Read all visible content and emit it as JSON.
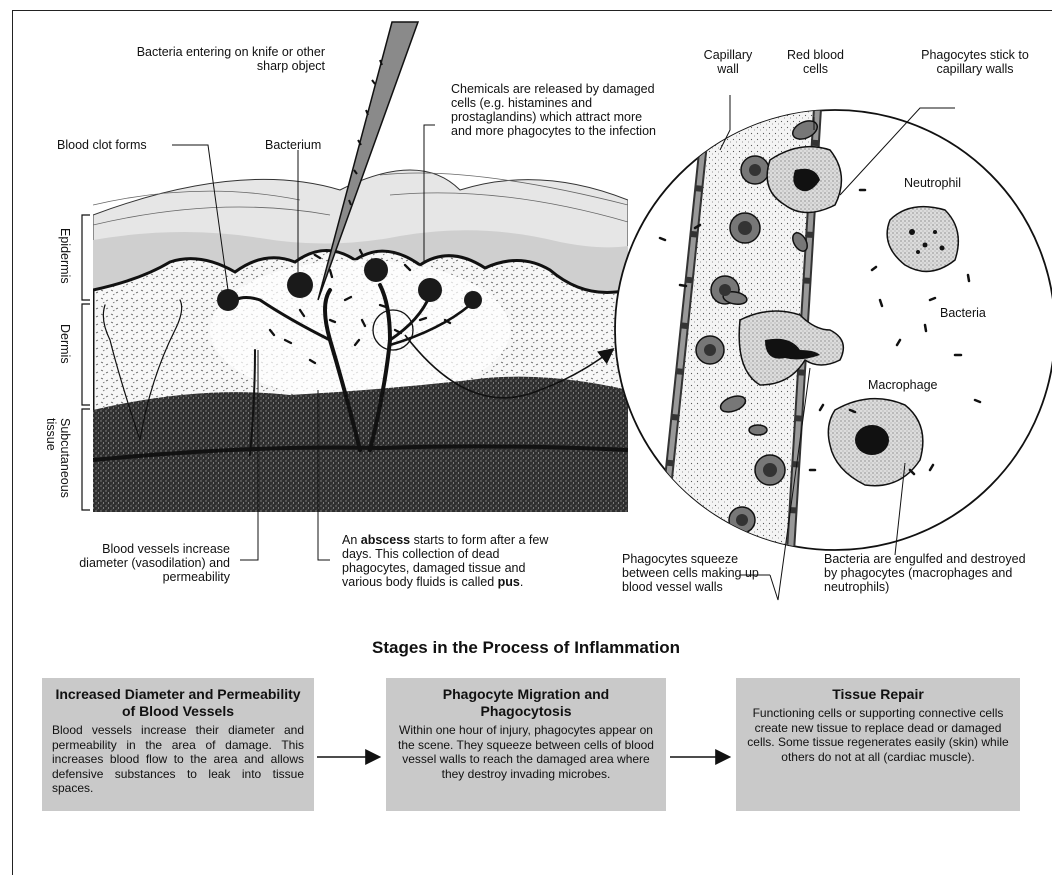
{
  "skin_diagram": {
    "bacteria_entering": "Bacteria entering on knife or other sharp object",
    "chemicals_released": "Chemicals are released by damaged cells (e.g. histamines and prostaglandins) which attract more and more phagocytes to the infection",
    "blood_clot": "Blood clot forms",
    "bacterium": "Bacterium",
    "layers": [
      "Epidermis",
      "Dermis",
      "Subcutaneous tissue"
    ],
    "vessels_increase": "Blood vessels increase diameter (vasodilation) and permeability",
    "abscess_pre": "An ",
    "abscess_bold": "abscess",
    "abscess_mid": " starts to form after a few days. This collection of dead phagocytes, damaged tissue and various body fluids is called ",
    "abscess_pus": "pus",
    "abscess_end": "."
  },
  "magnified_view": {
    "capillary_wall": "Capillary wall",
    "red_blood_cells": "Red blood cells",
    "phagocytes_stick": "Phagocytes stick to capillary walls",
    "neutrophil": "Neutrophil",
    "bacteria": "Bacteria",
    "macrophage": "Macrophage",
    "phagocytes_squeeze": "Phagocytes squeeze between cells making up blood vessel walls",
    "bacteria_engulfed": "Bacteria are engulfed and destroyed by phagocytes (macrophages and neutrophils)"
  },
  "stages": {
    "title": "Stages in the Process of Inflammation",
    "items": [
      {
        "heading": "Increased Diameter and Permeability of Blood Vessels",
        "text": "Blood vessels increase their diameter and permeability in the area of damage. This increases blood flow to the area and allows defensive substances to leak into tissue spaces."
      },
      {
        "heading": "Phagocyte Migration and Phagocytosis",
        "text": "Within one hour of injury, phagocytes appear on the scene. They squeeze between cells of blood vessel walls to reach the damaged area where they destroy invading microbes."
      },
      {
        "heading": "Tissue Repair",
        "text": "Functioning cells or supporting connective cells create new tissue to replace dead or damaged cells. Some tissue regenerates easily (skin) while others do not at all (cardiac muscle)."
      }
    ]
  }
}
